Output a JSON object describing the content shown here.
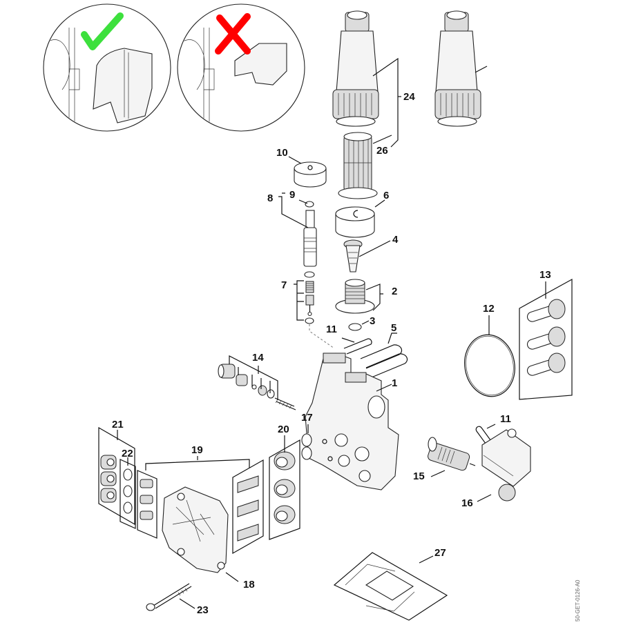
{
  "diagram": {
    "title": "Pump head exploded parts diagram",
    "inset_correct": {
      "mark": "check",
      "color": "#3de03d",
      "meaning": "correct clip installation"
    },
    "inset_wrong": {
      "mark": "cross",
      "color": "#ff0000",
      "meaning": "incorrect clip installation"
    },
    "callouts": {
      "c1": "1",
      "c2": "2",
      "c3": "3",
      "c4": "4",
      "c5": "5",
      "c6": "6",
      "c7": "7",
      "c8": "8",
      "c9": "9",
      "c10": "10",
      "c11a": "11",
      "c11b": "11",
      "c12": "12",
      "c13": "13",
      "c14": "14",
      "c15": "15",
      "c16": "16",
      "c17": "17",
      "c18": "18",
      "c19": "19",
      "c20": "20",
      "c21": "21",
      "c22": "22",
      "c23": "23",
      "c24": "24",
      "c26": "26",
      "c27": "27"
    },
    "drawing_code": "50-GET-0126-A0"
  }
}
